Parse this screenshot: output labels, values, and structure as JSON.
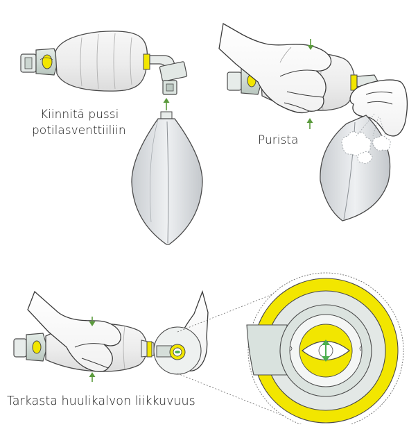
{
  "captions": {
    "attach_line1": "Kiinnitä pussi",
    "attach_line2": "potilasventtiiliin",
    "squeeze": "Purista",
    "check": "Tarkasta huulikalvon liikkuvuus"
  },
  "colors": {
    "yellow_accent": "#f2e600",
    "valve_green": "#4caf50",
    "arrow_green": "#5a9a3c",
    "bag_fill": "#efefef",
    "bag_outline": "#555555",
    "reservoir_fill": "#e4e6e8",
    "housing_green": "#d7e3dc"
  },
  "icons": [
    "arrow-down-icon",
    "arrow-up-icon",
    "double-arrow-icon",
    "air-puff-icon"
  ]
}
